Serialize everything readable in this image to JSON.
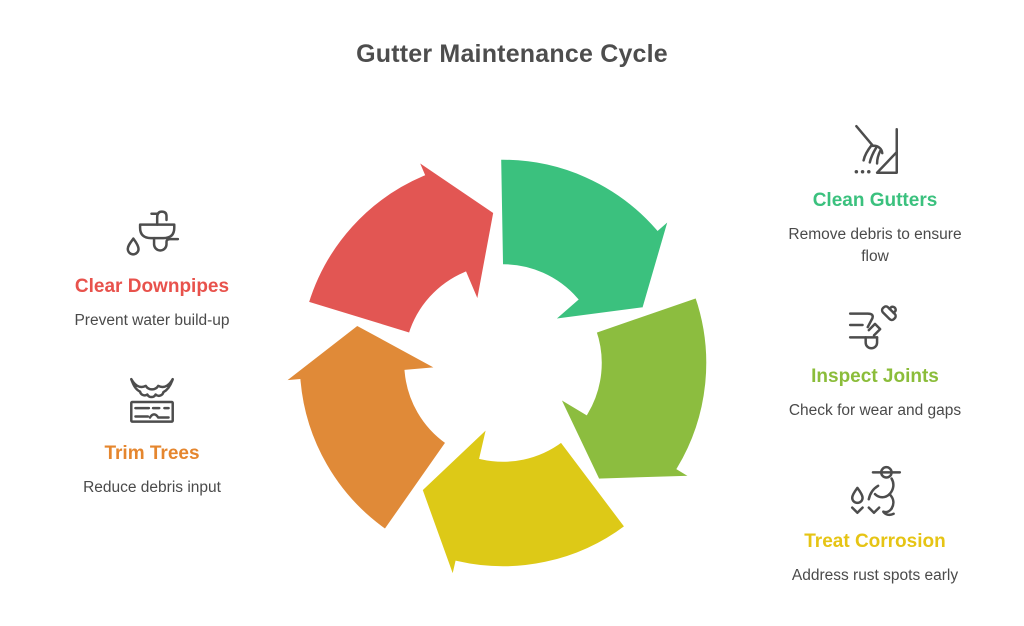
{
  "title": "Gutter Maintenance Cycle",
  "text_color": "#4a4a4a",
  "steps": [
    {
      "id": "clean-gutters",
      "label": "Clean Gutters",
      "description": "Remove debris to ensure flow",
      "color": "#3bc17e",
      "icon": "broom-and-dustpan-icon"
    },
    {
      "id": "inspect-joints",
      "label": "Inspect Joints",
      "description": "Check for wear and gaps",
      "color": "#8bbd3a",
      "icon": "pipe-joint-mallet-icon"
    },
    {
      "id": "treat-corrosion",
      "label": "Treat Corrosion",
      "description": "Address rust spots early",
      "color": "#e6c414",
      "icon": "person-treating-icon"
    },
    {
      "id": "trim-trees",
      "label": "Trim Trees",
      "description": "Reduce debris input",
      "color": "#e5862e",
      "icon": "saw-blade-plank-icon"
    },
    {
      "id": "clear-downpipes",
      "label": "Clear Downpipes",
      "description": "Prevent water build-up",
      "color": "#e8524c",
      "icon": "sink-drain-icon"
    }
  ],
  "cycle": {
    "direction": "clockwise",
    "separator_color": "#ffffff",
    "segments": [
      {
        "name": "clear-downpipes",
        "color": "#e25653"
      },
      {
        "name": "clean-gutters",
        "color": "#3bc17e"
      },
      {
        "name": "inspect-joints",
        "color": "#8cbd3f"
      },
      {
        "name": "treat-corrosion",
        "color": "#ddc917"
      },
      {
        "name": "trim-trees",
        "color": "#e08a38"
      }
    ]
  }
}
